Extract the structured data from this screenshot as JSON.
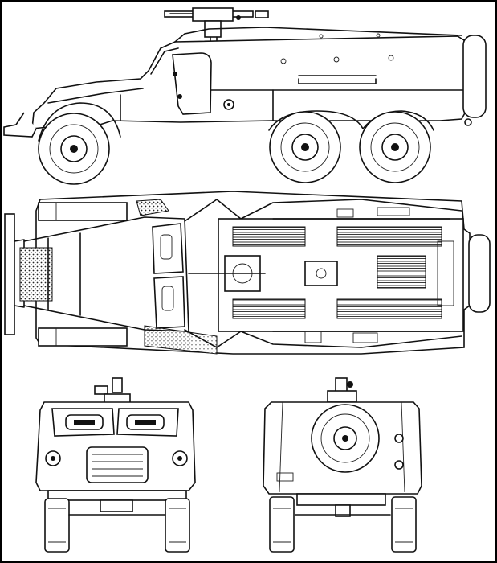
{
  "colors": {
    "line": "#111111",
    "paper": "#ffffff",
    "hatch": "#c9c9c9"
  },
  "views": [
    {
      "id": "side",
      "kind": "side-elevation"
    },
    {
      "id": "top",
      "kind": "top-plan-cutaway"
    },
    {
      "id": "front",
      "kind": "front-elevation"
    },
    {
      "id": "rear",
      "kind": "rear-elevation"
    }
  ]
}
